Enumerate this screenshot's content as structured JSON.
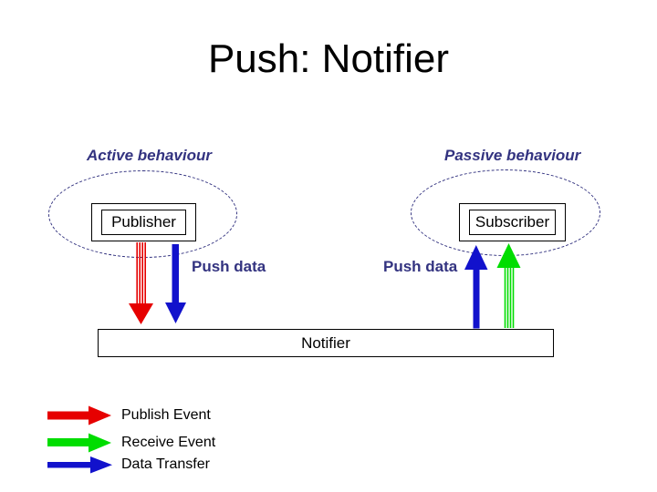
{
  "title": "Push: Notifier",
  "groups": {
    "active": {
      "caption": "Active behaviour",
      "node_label": "Publisher",
      "arrow_label": "Push data"
    },
    "passive": {
      "caption": "Passive behaviour",
      "node_label": "Subscriber",
      "arrow_label": "Push data"
    }
  },
  "notifier_label": "Notifier",
  "legend": {
    "items": [
      {
        "label": "Publish Event"
      },
      {
        "label": "Receive Event"
      },
      {
        "label": "Data Transfer"
      }
    ]
  },
  "colors": {
    "publish_event": "#e60000",
    "receive_event": "#00dd00",
    "data_transfer": "#1212cc",
    "caption": "#333380",
    "outline": "#000000",
    "background": "#ffffff"
  }
}
